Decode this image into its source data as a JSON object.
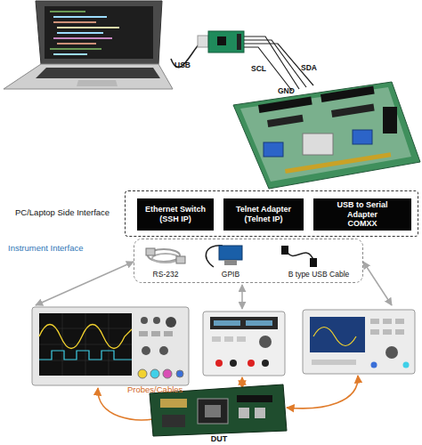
{
  "diagram": {
    "nodes": [
      {
        "text": [
          "PC/Laptop Side Interface"
        ]
      },
      {
        "text": [
          "Ethernet Switch (SSH IP)"
        ],
        "in": 0
      },
      {
        "text": [
          "Telnet Adapter (Telnet IP)"
        ],
        "in": 0
      },
      {
        "text": [
          "USB to Serial Adapter COMXX"
        ],
        "in": 0
      },
      {
        "text": [
          "Instrument Interface"
        ]
      }
    ],
    "labels": [
      "USB",
      "SCL",
      "SDA",
      "GND",
      "RS-232",
      "GPIB",
      "B type USB Cable",
      "Probes/Cables",
      "DUT"
    ]
  }
}
